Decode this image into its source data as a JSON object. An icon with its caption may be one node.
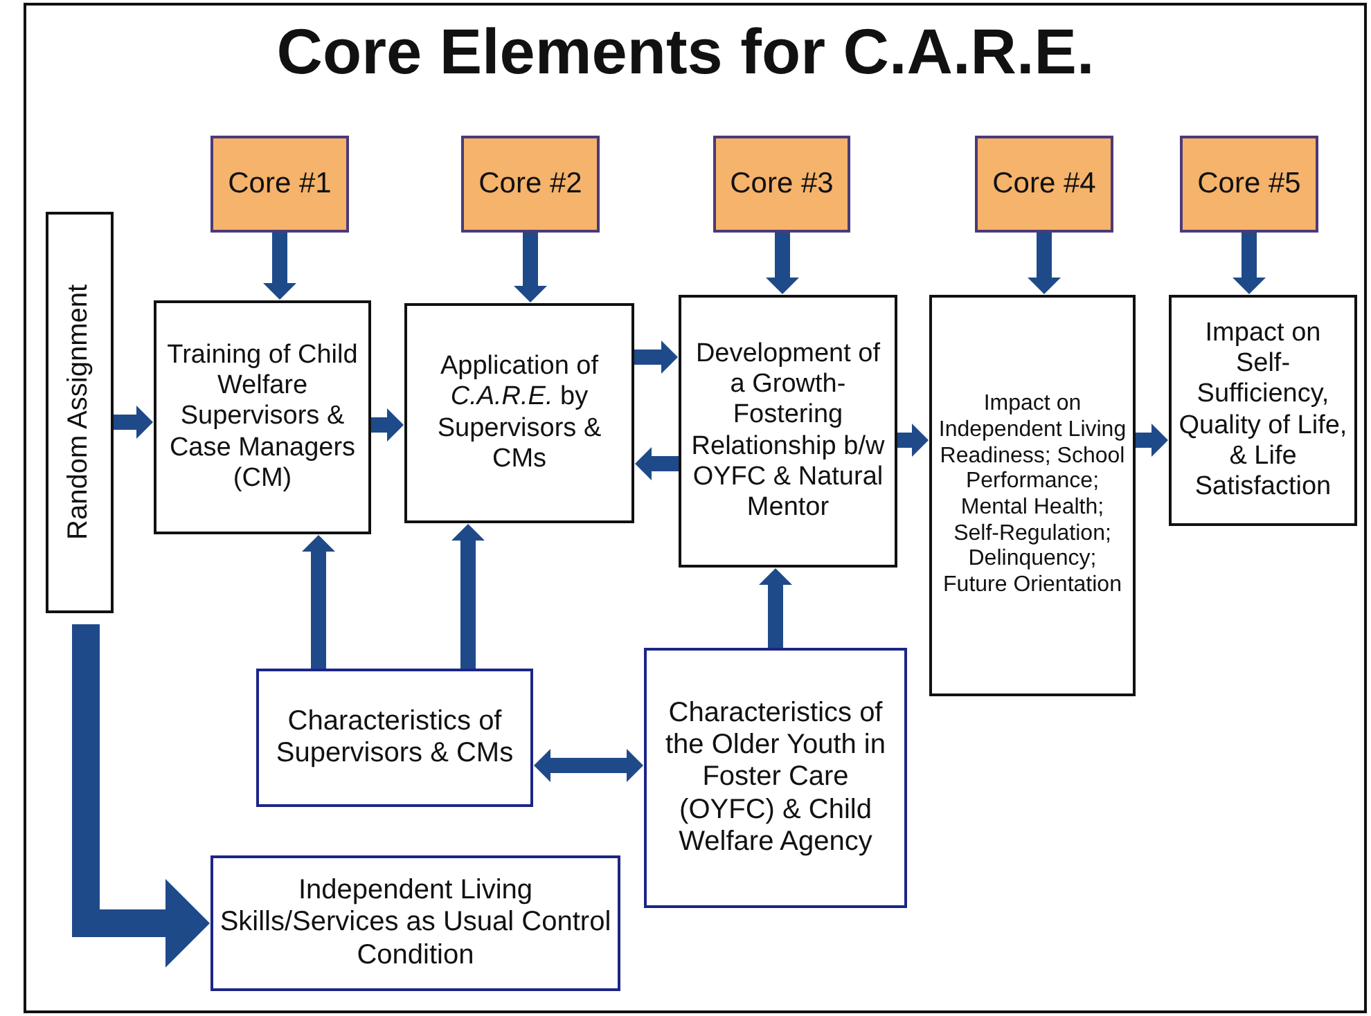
{
  "diagram": {
    "title": "Core Elements for C.A.R.E.",
    "nodes": [
      {
        "text": [
          "Core #1"
        ]
      },
      {
        "text": [
          "Core #2"
        ]
      },
      {
        "text": [
          "Core #3"
        ]
      },
      {
        "text": [
          "Core #4"
        ]
      },
      {
        "text": [
          "Core #5"
        ]
      },
      {
        "text": [
          "Random Assignment"
        ]
      },
      {
        "text": [
          "Training of Child Welfare Supervisors & Case Managers (CM)"
        ]
      },
      {
        "text": [
          "Application of *C.A.R.E.* by Supervisors & CMs"
        ]
      },
      {
        "text": [
          "Development of a Growth-Fostering Relationship b/w OYFC & Natural Mentor"
        ]
      },
      {
        "text": [
          "Impact on Independent Living Readiness; School Performance; Mental Health; Self-Regulation; Delinquency; Future Orientation"
        ]
      },
      {
        "text": [
          "Impact on Self-Sufficiency, Quality of Life, & Life Satisfaction"
        ]
      },
      {
        "text": [
          "Characteristics of Supervisors & CMs"
        ]
      },
      {
        "text": [
          "Characteristics of the Older Youth in Foster Care (OYFC) & Child Welfare Agency"
        ]
      },
      {
        "text": [
          "Independent Living Skills/Services as Usual Control Condition"
        ]
      }
    ],
    "edges": [
      {
        "from": 0,
        "to": 6,
        "arrow": "to"
      },
      {
        "from": 1,
        "to": 7,
        "arrow": "to"
      },
      {
        "from": 2,
        "to": 8,
        "arrow": "to"
      },
      {
        "from": 3,
        "to": 9,
        "arrow": "to"
      },
      {
        "from": 4,
        "to": 10,
        "arrow": "to"
      },
      {
        "from": 5,
        "to": 6,
        "arrow": "to"
      },
      {
        "from": 6,
        "to": 7,
        "arrow": "to"
      },
      {
        "from": 7,
        "to": 8,
        "arrow": "to"
      },
      {
        "from": 8,
        "to": 7,
        "arrow": "to"
      },
      {
        "from": 8,
        "to": 9,
        "arrow": "to"
      },
      {
        "from": 9,
        "to": 10,
        "arrow": "to"
      },
      {
        "from": 11,
        "to": 6,
        "arrow": "to"
      },
      {
        "from": 11,
        "to": 7,
        "arrow": "to"
      },
      {
        "from": 12,
        "to": 8,
        "arrow": "to"
      },
      {
        "from": 11,
        "to": 12,
        "arrow": "both"
      },
      {
        "from": 5,
        "to": 13,
        "arrow": "to",
        "style": "thick"
      }
    ]
  }
}
